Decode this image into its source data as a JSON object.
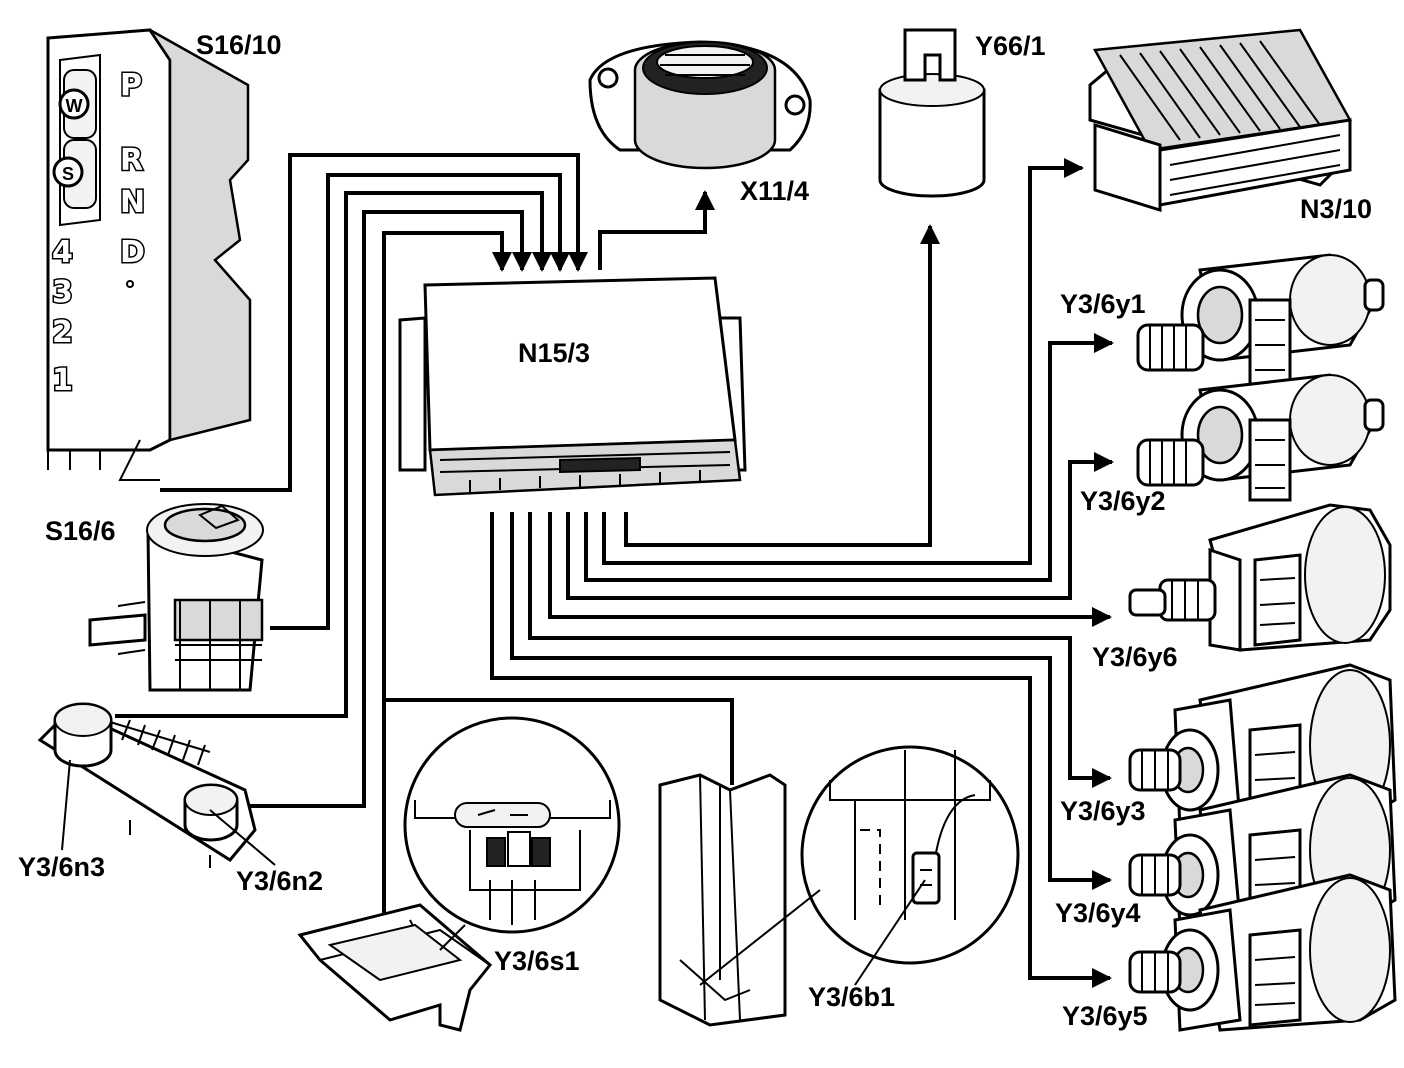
{
  "labels": {
    "s16_10": "S16/10",
    "s16_6": "S16/6",
    "x11_4": "X11/4",
    "y66_1": "Y66/1",
    "n3_10": "N3/10",
    "n15_3": "N15/3",
    "y3_6y1": "Y3/6y1",
    "y3_6y2": "Y3/6y2",
    "y3_6y6": "Y3/6y6",
    "y3_6y3": "Y3/6y3",
    "y3_6y4": "Y3/6y4",
    "y3_6y5": "Y3/6y5",
    "y3_6n3": "Y3/6n3",
    "y3_6n2": "Y3/6n2",
    "y3_6s1": "Y3/6s1",
    "y3_6b1": "Y3/6b1"
  },
  "selector_gates": {
    "P": "P",
    "R": "R",
    "N": "N",
    "D": "D",
    "g4": "4",
    "g3": "3",
    "g2": "2",
    "g1": "1",
    "W": "W",
    "S": "S"
  }
}
